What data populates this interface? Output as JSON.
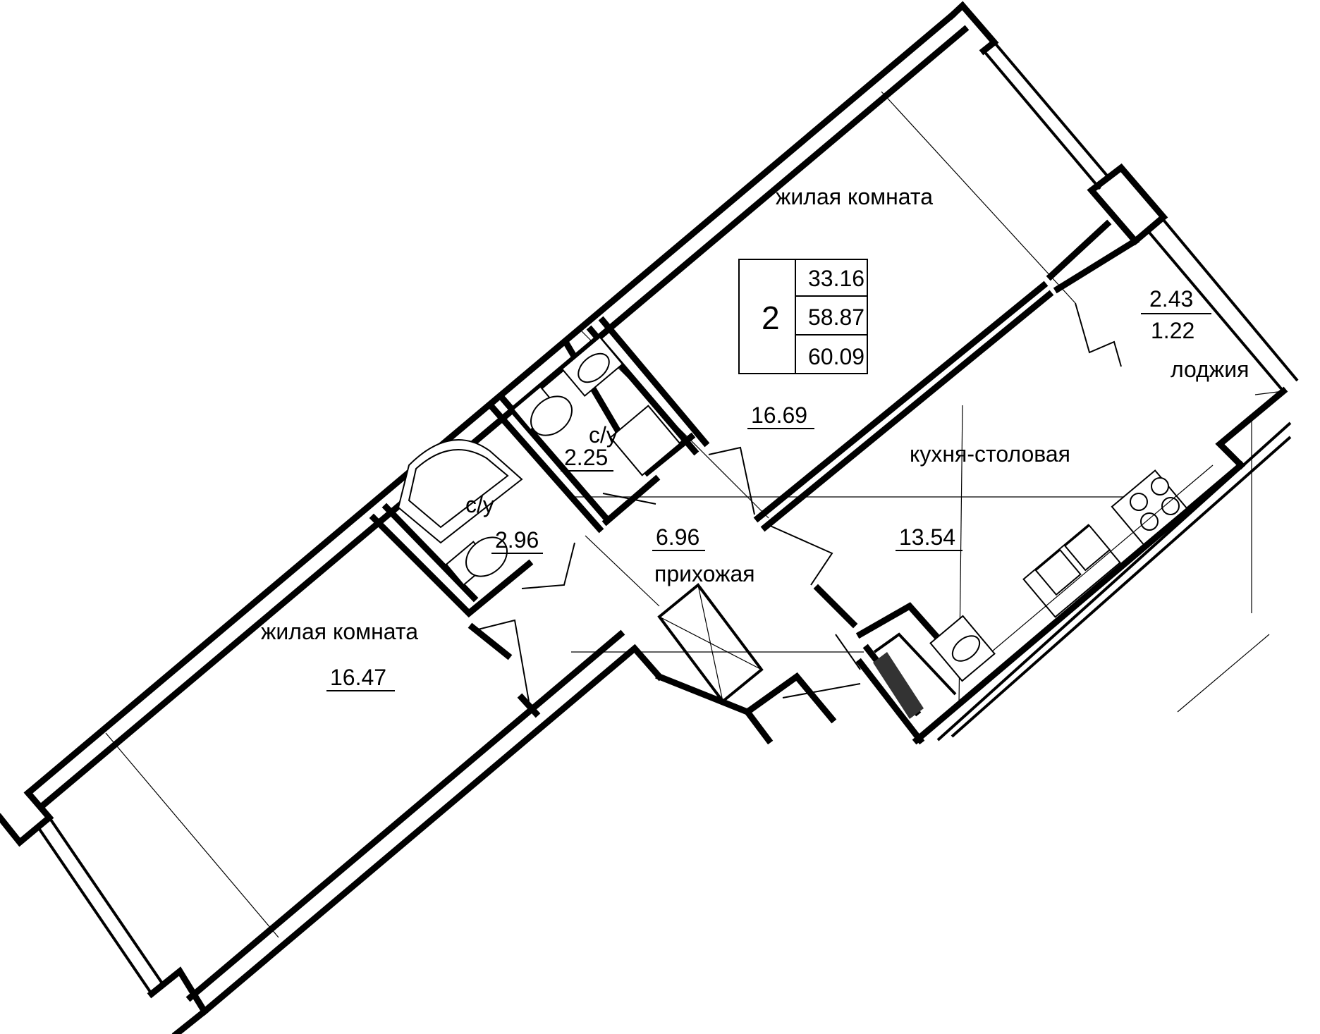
{
  "apartment": {
    "rooms_count": "2",
    "area_living": "33.16",
    "area_total": "58.87",
    "area_total_with_loggia": "60.09"
  },
  "rooms": {
    "living_room_1": {
      "label": "жилая комната",
      "area": "16.69"
    },
    "living_room_2": {
      "label": "жилая комната",
      "area": "16.47"
    },
    "kitchen": {
      "label": "кухня-столовая",
      "area": "13.54"
    },
    "hallway": {
      "label": "прихожая",
      "area": "6.96"
    },
    "bathroom_1": {
      "label": "с/у",
      "area": "2.25"
    },
    "bathroom_2": {
      "label": "с/у",
      "area": "2.96"
    },
    "loggia": {
      "label": "лоджия",
      "area": "2.43",
      "area_reduced": "1.22"
    }
  },
  "colors": {
    "line": "#000000",
    "background": "#ffffff"
  }
}
